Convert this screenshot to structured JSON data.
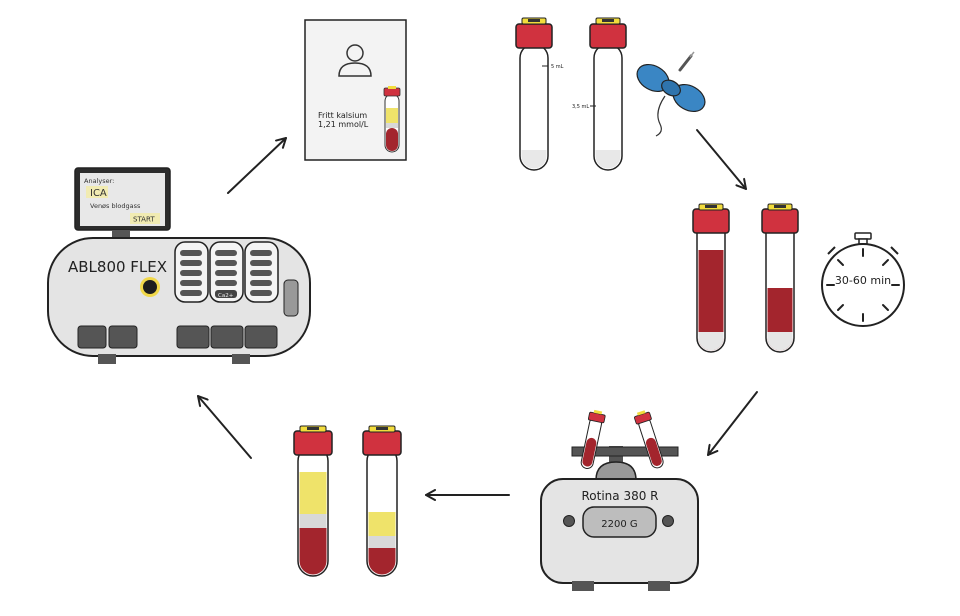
{
  "analyzer": {
    "name": "ABL800 FLEX",
    "screen_header": "Analyser:",
    "screen_selected": "ICA",
    "screen_item": "Venøs blodgass",
    "screen_button": "START",
    "port_label": "Ca2+"
  },
  "report": {
    "line1": "Fritt kalsium",
    "line2": "1,21 mmol/L"
  },
  "tubes": {
    "mark_5": "5 mL",
    "mark_35": "3,5 mL"
  },
  "timer": {
    "label": "30-60 min"
  },
  "centrifuge": {
    "name": "Rotina 380 R",
    "speed": "2200 G"
  },
  "colors": {
    "stroke": "#222222",
    "device_grey": "#e4e4e4",
    "dark_grey": "#555555",
    "cap_red": "#d0323f",
    "cap_yellow": "#f2dc3c",
    "blood": "#a3252d",
    "serum": "#efe36a",
    "gel": "#d8d8d8",
    "needle_blue": "#3a86c4"
  }
}
